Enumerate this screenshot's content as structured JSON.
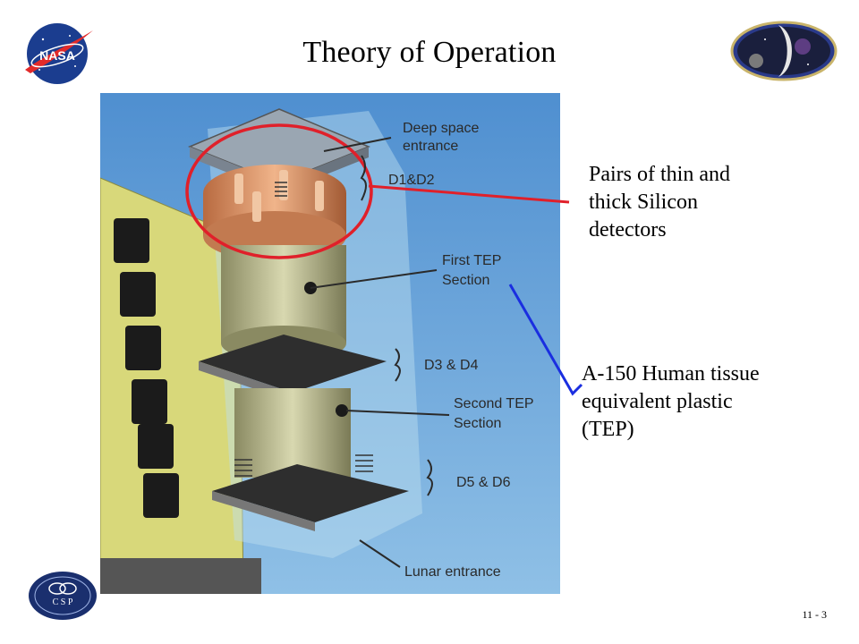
{
  "slide": {
    "title": "Theory of Operation",
    "page_number": "11 - 3"
  },
  "callouts": {
    "silicon": [
      "Pairs of thin and",
      "thick Silicon",
      "detectors"
    ],
    "tep": [
      "A-150 Human tissue",
      "equivalent plastic",
      "(TEP)"
    ]
  },
  "diagram_labels": {
    "deep_space": [
      "Deep space",
      "entrance"
    ],
    "d1d2": "D1&D2",
    "first_tep": [
      "First TEP",
      "Section"
    ],
    "d3d4": "D3 & D4",
    "second_tep": [
      "Second TEP",
      "Section"
    ],
    "d5d6": "D5 & D6",
    "lunar": "Lunar entrance"
  },
  "logos": {
    "nasa": "NASA",
    "csp": "C S P"
  },
  "colors": {
    "red_callout": "#e0202a",
    "blue_callout": "#1a2ee0",
    "panel_yellow": "#d8d87a",
    "sky": "#6aa6d8"
  }
}
